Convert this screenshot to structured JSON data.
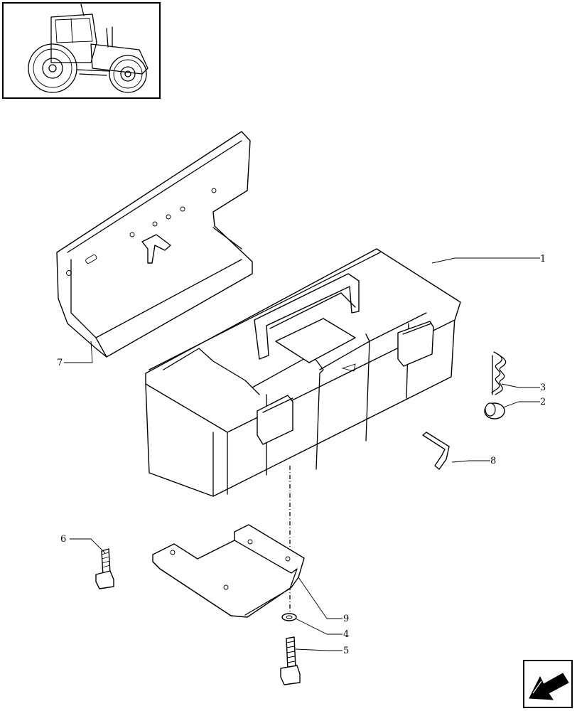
{
  "diagram": {
    "callouts": [
      {
        "id": "1",
        "label": "1"
      },
      {
        "id": "2",
        "label": "2"
      },
      {
        "id": "3",
        "label": "3"
      },
      {
        "id": "4",
        "label": "4"
      },
      {
        "id": "5",
        "label": "5"
      },
      {
        "id": "6",
        "label": "6"
      },
      {
        "id": "7",
        "label": "7"
      },
      {
        "id": "8",
        "label": "8"
      },
      {
        "id": "9",
        "label": "9"
      }
    ],
    "thumbnail_icon": "tractor-icon",
    "nav_icon": "return-arrow-icon"
  }
}
